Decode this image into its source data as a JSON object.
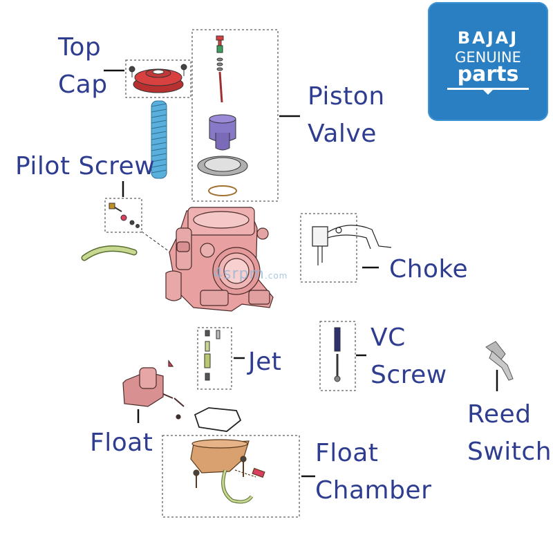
{
  "labels": {
    "top_cap": [
      "Top",
      "Cap"
    ],
    "piston_valve": [
      "Piston",
      "Valve"
    ],
    "pilot_screw": "Pilot Screw",
    "choke": "Choke",
    "jet": "Jet",
    "vc_screw": [
      "VC",
      "Screw"
    ],
    "reed_switch": [
      "Reed",
      "Switch"
    ],
    "float": "Float",
    "float_chamber": [
      "Float",
      "Chamber"
    ]
  },
  "logo": {
    "line1": "BAJAJ",
    "line2": "GENUINE",
    "line3": "parts"
  },
  "watermark": {
    "main": "4srpm",
    "suffix": ".com"
  },
  "colors": {
    "label_text": "#2e3d8f",
    "logo_bg": "#2a7fc2",
    "body_fill": "#e8a0a0",
    "cap_fill": "#d94040",
    "spring": "#5ab0dc",
    "piston": "#8878c8",
    "chamber_fill": "#d9a070",
    "hose": "#c8d890"
  }
}
